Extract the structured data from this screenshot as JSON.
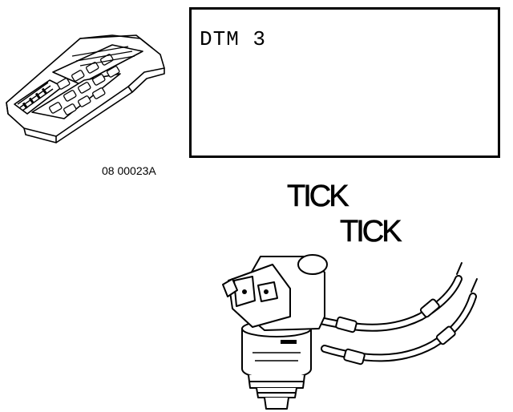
{
  "figure_code": "08 00023A",
  "display": {
    "text": "DTM 3"
  },
  "sound": {
    "tick_1": "TICK",
    "tick_2": "TICK"
  },
  "icons": {
    "scan_tool": "hand-held-scan-tool-icon",
    "injector": "fuel-injector-icon"
  }
}
